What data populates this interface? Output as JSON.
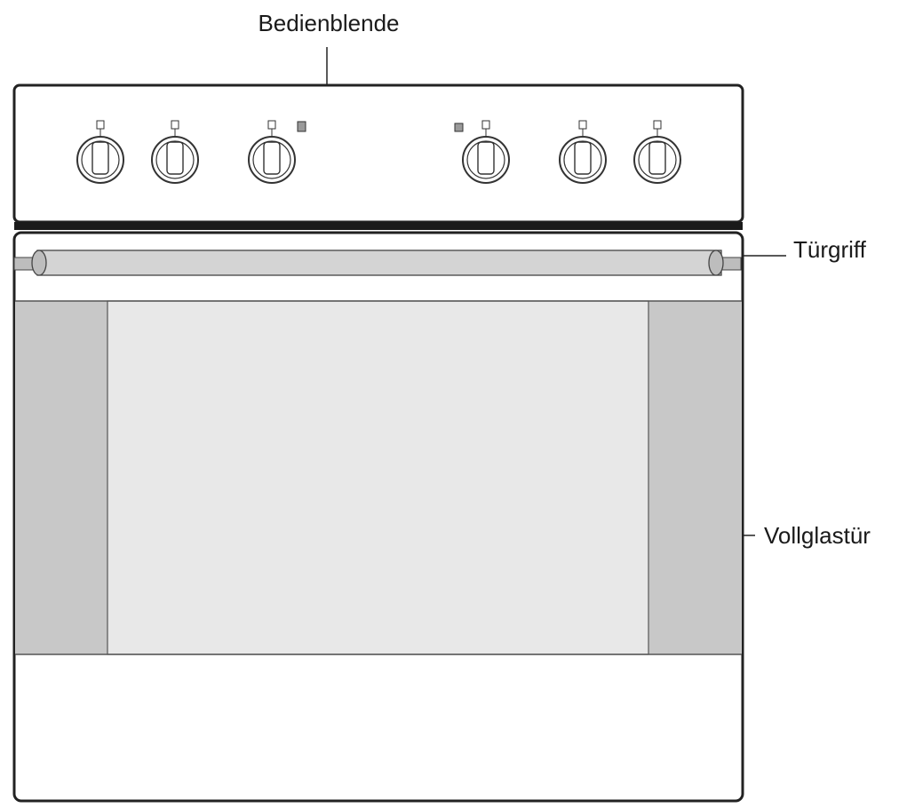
{
  "labels": {
    "control_panel": "Bedienblende",
    "door_handle": "Türgriff",
    "glass_door": "Vollglastür"
  },
  "colors": {
    "outline": "#222222",
    "side_panel": "#c8c8c8",
    "glass": "#e8e8e8",
    "handle": "#d4d4d4",
    "indicator": "#9a9a9a",
    "divider": "#1a1a1a"
  },
  "knobs": {
    "count": 6,
    "indicator_lights": 2
  }
}
